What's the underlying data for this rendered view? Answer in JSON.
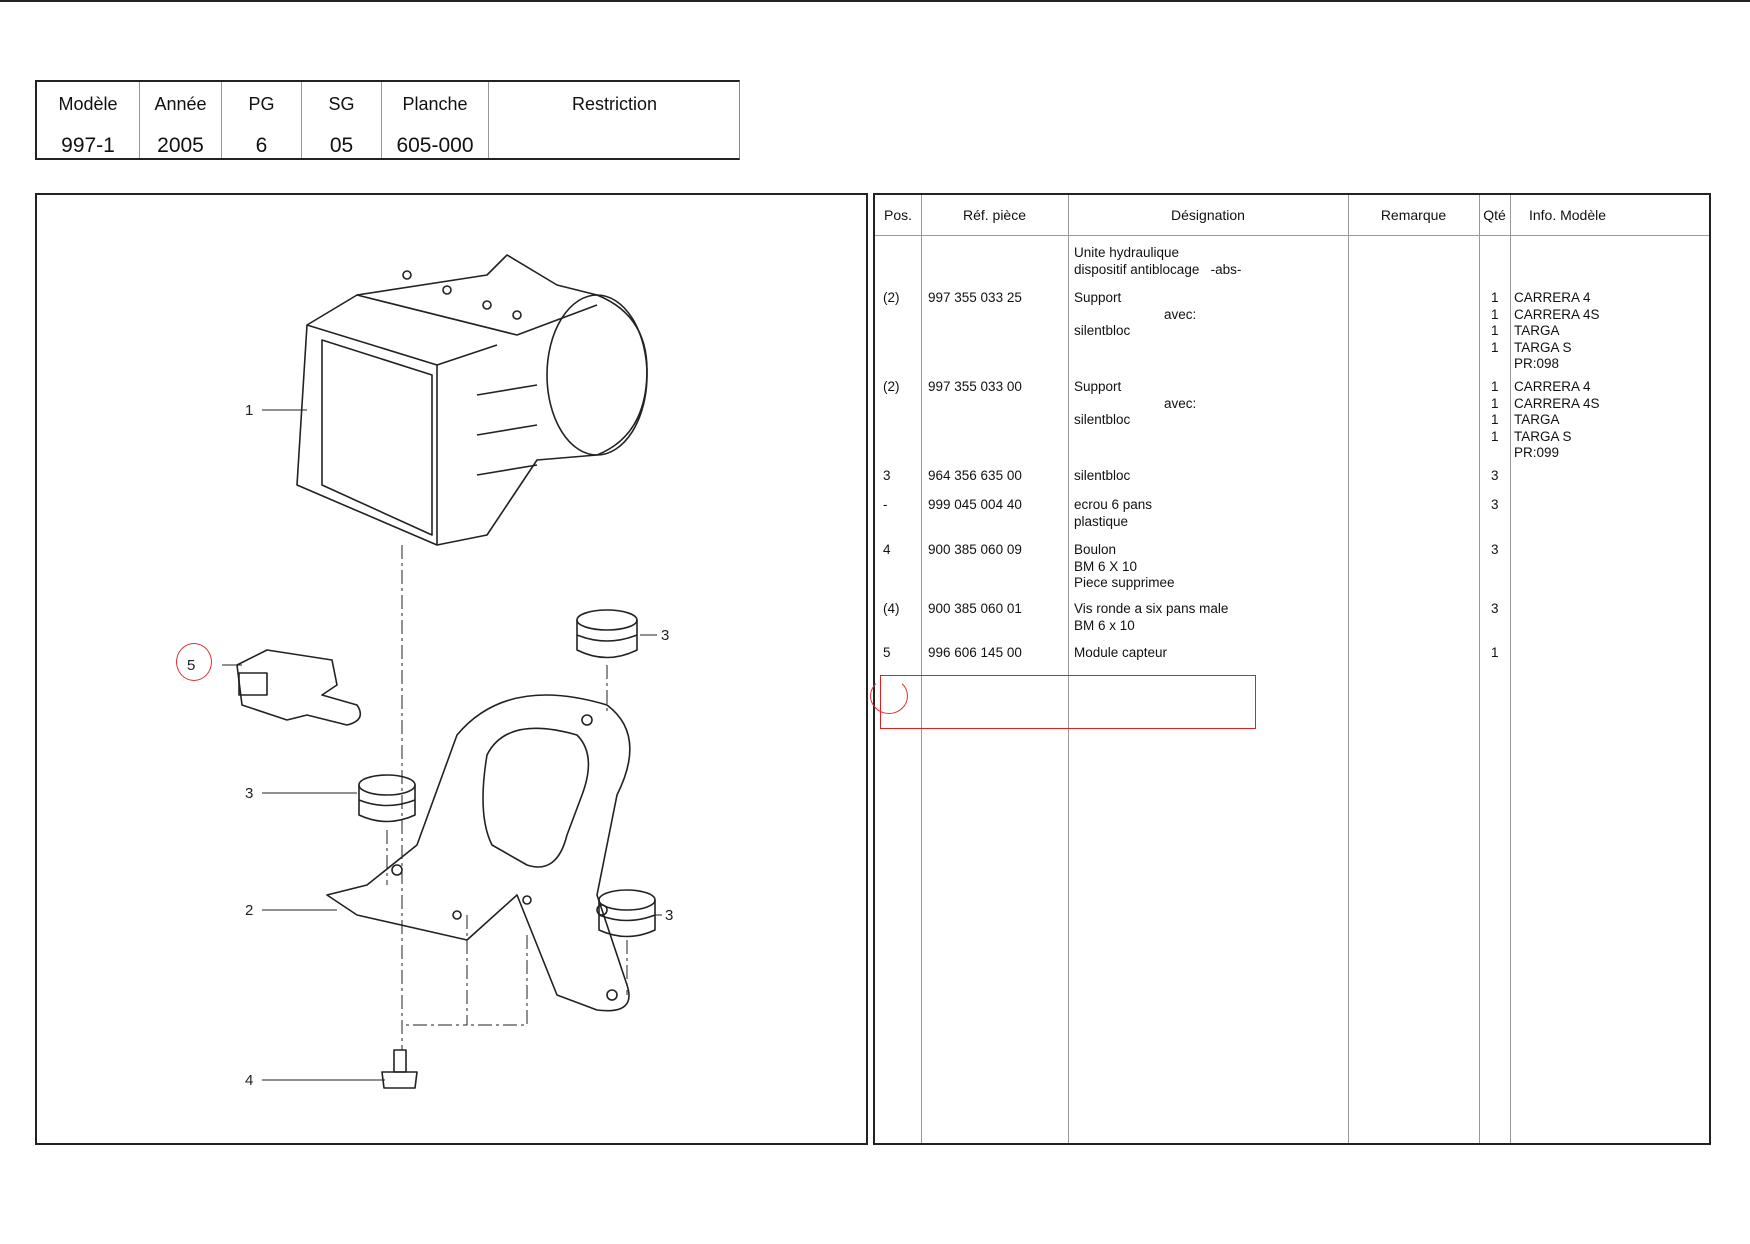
{
  "header": {
    "columns": [
      {
        "label": "Modèle",
        "value": "997-1"
      },
      {
        "label": "Année",
        "value": "2005"
      },
      {
        "label": "PG",
        "value": "6"
      },
      {
        "label": "SG",
        "value": "05"
      },
      {
        "label": "Planche",
        "value": "605-000"
      },
      {
        "label": "Restriction",
        "value": ""
      }
    ]
  },
  "diagram": {
    "callouts": [
      "1",
      "2",
      "3",
      "3",
      "3",
      "4",
      "5"
    ]
  },
  "parts_table": {
    "headers": [
      "Pos.",
      "Réf. pièce",
      "Désignation",
      "Remarque",
      "Qté",
      "Info. Modèle"
    ],
    "rows": [
      {
        "pos": "",
        "ref": "",
        "designation": "Unite hydraulique\ndispositif antiblocage   -abs-",
        "remark": "",
        "qty": "",
        "info": ""
      },
      {
        "pos": "(2)",
        "ref": "997 355 033 25",
        "designation": "Support\n                        avec:\nsilentbloc",
        "remark": "",
        "qty": "1\n1\n1\n1",
        "info": "CARRERA 4\nCARRERA 4S\nTARGA\nTARGA S\nPR:098"
      },
      {
        "pos": "(2)",
        "ref": "997 355 033 00",
        "designation": "Support\n                        avec:\nsilentbloc",
        "remark": "",
        "qty": "1\n1\n1\n1",
        "info": "CARRERA 4\nCARRERA 4S\nTARGA\nTARGA S\nPR:099"
      },
      {
        "pos": "3",
        "ref": "964 356 635 00",
        "designation": "silentbloc",
        "remark": "",
        "qty": "3",
        "info": ""
      },
      {
        "pos": "-",
        "ref": "999 045 004 40",
        "designation": "ecrou 6 pans\nplastique",
        "remark": "",
        "qty": "3",
        "info": ""
      },
      {
        "pos": "4",
        "ref": "900 385 060 09",
        "designation": "Boulon\nBM 6 X 10\nPiece supprimee",
        "remark": "",
        "qty": "3",
        "info": ""
      },
      {
        "pos": "(4)",
        "ref": "900 385 060 01",
        "designation": "Vis ronde a six pans male\nBM 6 x 10",
        "remark": "",
        "qty": "3",
        "info": ""
      },
      {
        "pos": "5",
        "ref": "996 606 145 00",
        "designation": "Module capteur",
        "remark": "",
        "qty": "1",
        "info": ""
      }
    ]
  },
  "colors": {
    "highlight": "#e02020",
    "border": "#222222"
  }
}
